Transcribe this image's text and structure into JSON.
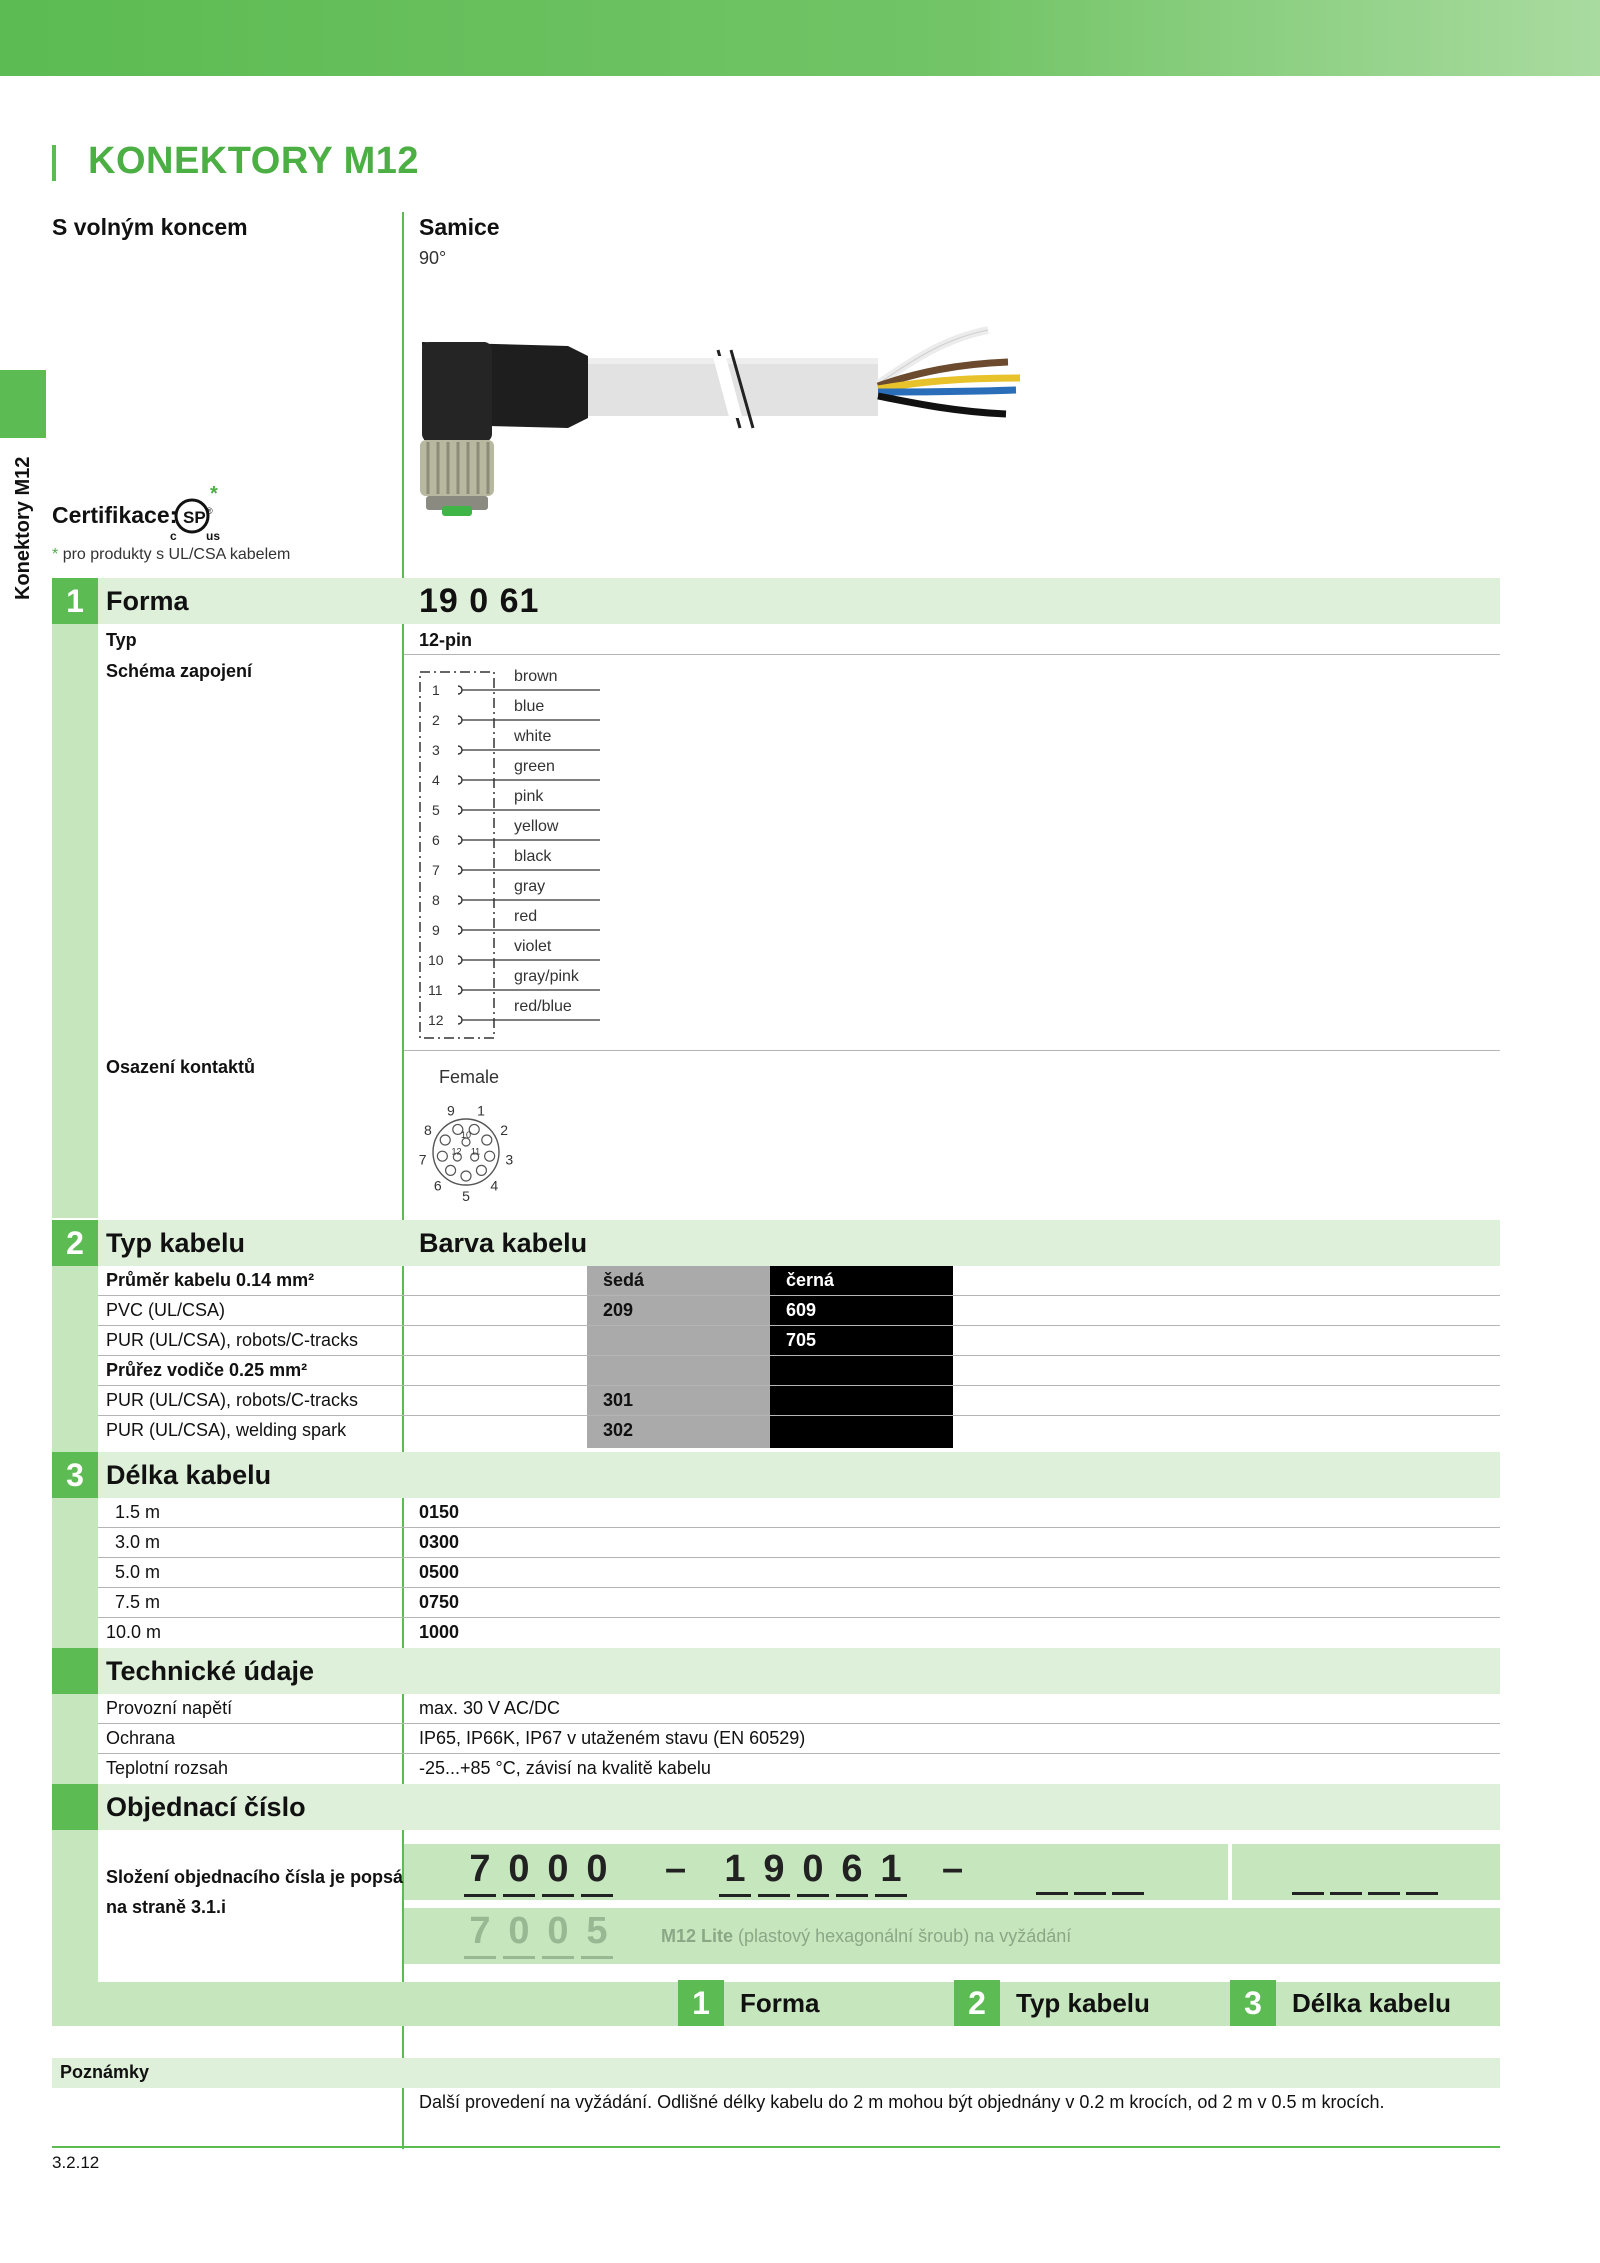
{
  "header": {
    "title": "KONEKTORY M12",
    "side_label": "Konektory M12"
  },
  "product": {
    "left_subtitle": "S volným koncem",
    "right_subtitle": "Samice",
    "angle": "90°"
  },
  "certification": {
    "label": "Certifikace:",
    "note_star": "*",
    "note": "pro produkty s UL/CSA kabelem",
    "logo_letters": {
      "main": "SP",
      "c": "c",
      "us": "us",
      "reg": "®"
    }
  },
  "section1": {
    "num": "1",
    "label": "Forma",
    "code": "19 0 61",
    "type_label": "Typ",
    "type_value": "12-pin",
    "schema_label": "Schéma zapojení",
    "pins": [
      "1",
      "2",
      "3",
      "4",
      "5",
      "6",
      "7",
      "8",
      "9",
      "10",
      "11",
      "12"
    ],
    "wires": [
      "brown",
      "blue",
      "white",
      "green",
      "pink",
      "yellow",
      "black",
      "gray",
      "red",
      "violet",
      "gray/pink",
      "red/blue"
    ],
    "contacts_label": "Osazení kontaktů",
    "contacts_face": "Female",
    "face_numbers": [
      "1",
      "2",
      "3",
      "4",
      "5",
      "6",
      "7",
      "8",
      "9",
      "10",
      "11",
      "12"
    ]
  },
  "section2": {
    "num": "2",
    "label": "Typ kabelu",
    "right_label": "Barva kabelu",
    "col_gray": "šedá",
    "col_black": "černá",
    "rows": [
      {
        "label": "Průměr kabelu 0.14 mm²",
        "bold": true,
        "gray": "",
        "black": ""
      },
      {
        "label": "PVC (UL/CSA)",
        "bold": false,
        "gray": "209",
        "black": "609"
      },
      {
        "label": "PUR (UL/CSA), robots/C-tracks",
        "bold": false,
        "gray": "",
        "black": "705"
      },
      {
        "label": "Průřez vodiče 0.25 mm²",
        "bold": true,
        "gray": "",
        "black": ""
      },
      {
        "label": "PUR (UL/CSA), robots/C-tracks",
        "bold": false,
        "gray": "301",
        "black": ""
      },
      {
        "label": "PUR (UL/CSA), welding spark",
        "bold": false,
        "gray": "302",
        "black": ""
      }
    ]
  },
  "section3": {
    "num": "3",
    "label": "Délka kabelu",
    "rows": [
      {
        "label": "1.5 m",
        "code": "0150"
      },
      {
        "label": "3.0 m",
        "code": "0300"
      },
      {
        "label": "5.0 m",
        "code": "0500"
      },
      {
        "label": "7.5 m",
        "code": "0750"
      },
      {
        "label": "10.0 m",
        "code": "1000"
      }
    ]
  },
  "tech": {
    "label": "Technické údaje",
    "rows": [
      {
        "label": "Provozní napětí",
        "value": "max. 30 V AC/DC"
      },
      {
        "label": "Ochrana",
        "value": "IP65, IP66K, IP67 v utaženém stavu (EN 60529)"
      },
      {
        "label": "Teplotní rozsah",
        "value": "-25...+85 °C, závisí na kvalitě kabelu"
      }
    ]
  },
  "order": {
    "label": "Objednací číslo",
    "desc_line1": "Složení objednacího čísla je popsáno",
    "desc_line2": "na straně 3.1.i",
    "main_prefix": [
      "7",
      "0",
      "0",
      "0"
    ],
    "dash": "–",
    "main_form": [
      "1",
      "9",
      "0",
      "6",
      "1"
    ],
    "lite_prefix": [
      "7",
      "0",
      "0",
      "5"
    ],
    "lite_bold": "M12 Lite",
    "lite_text": "(plastový hexagonální šroub) na vyžádání",
    "legend": [
      {
        "num": "1",
        "label": "Forma"
      },
      {
        "num": "2",
        "label": "Typ kabelu"
      },
      {
        "num": "3",
        "label": "Délka kabelu"
      }
    ]
  },
  "notes": {
    "label": "Poznámky",
    "text": "Další provedení na vyžádání. Odlišné délky kabelu do 2 m mohou být objednány v 0.2 m krocích, od 2 m v 0.5 m krocích."
  },
  "footer": {
    "page": "3.2.12"
  },
  "colors": {
    "brand_green": "#5cbb52",
    "light_green": "#dff0da",
    "mid_green": "#c6e6bd",
    "gray_cell": "#aaaaaa",
    "black_cell": "#000000"
  }
}
